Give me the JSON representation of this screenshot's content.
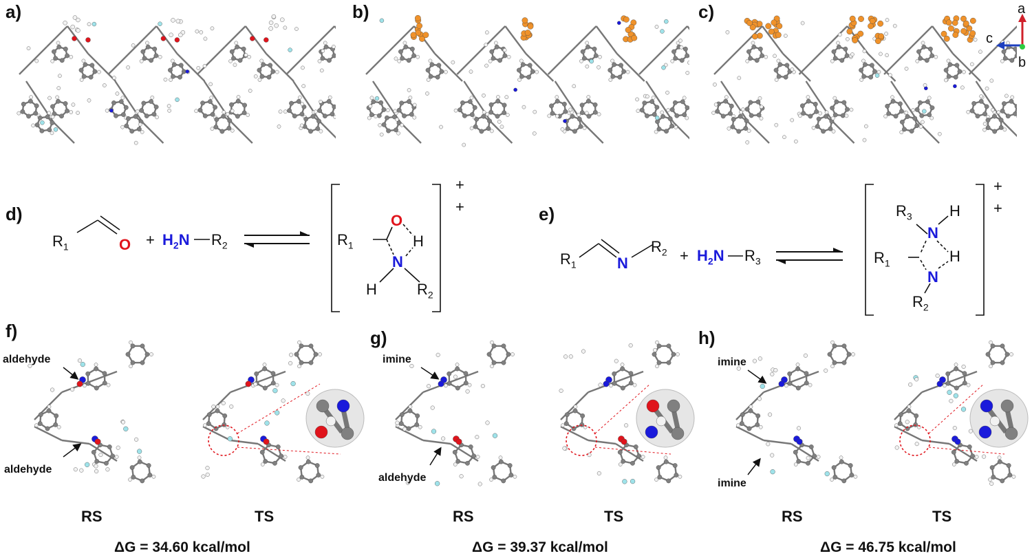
{
  "panels": {
    "a": "a)",
    "b": "b)",
    "c": "c)",
    "d": "d)",
    "e": "e)",
    "f": "f)",
    "g": "g)",
    "h": "h)"
  },
  "axes": {
    "a": "a",
    "b": "b",
    "c": "c"
  },
  "scheme_d": {
    "r1": "R",
    "r1_sub": "1",
    "o": "O",
    "plus": "+",
    "amine": "H",
    "amine_sub": "2",
    "amine_n": "N",
    "r2": "R",
    "r2_sub": "2",
    "ts_o": "O",
    "ts_h": "H",
    "ts_n": "N",
    "ts_h2": "H",
    "ts_r1": "R",
    "ts_r1_sub": "1",
    "ts_r2": "R",
    "ts_r2_sub": "2",
    "charge": "+"
  },
  "scheme_e": {
    "r1": "R",
    "r1_sub": "1",
    "n": "N",
    "r2": "R",
    "r2_sub": "2",
    "plus": "+",
    "amine": "H",
    "amine_sub": "2",
    "amine_n": "N",
    "r3": "R",
    "r3_sub": "3",
    "ts_r3": "R",
    "ts_r3_sub": "3",
    "ts_n1": "N",
    "ts_h1": "H",
    "ts_h2": "H",
    "ts_n2": "N",
    "ts_r1": "R",
    "ts_r1_sub": "1",
    "ts_r2": "R",
    "ts_r2_sub": "2",
    "charge": "+"
  },
  "annotations": {
    "f_top": "aldehyde",
    "f_bottom": "aldehyde",
    "g_top": "imine",
    "g_bottom": "aldehyde",
    "h_top": "imine",
    "h_bottom": "imine"
  },
  "captions": {
    "rs": "RS",
    "ts": "TS"
  },
  "energies": {
    "f": "ΔG = 34.60 kcal/mol",
    "g": "ΔG = 39.37  kcal/mol",
    "h": "ΔG = 46.75 kcal/mol"
  },
  "colors": {
    "carbon": "#808080",
    "hydrogen": "#f2f2f2",
    "nitrogen": "#1a1adb",
    "oxygen": "#e0141c",
    "fluorine": "#9fe3ea",
    "highlight": "#f0922a"
  }
}
